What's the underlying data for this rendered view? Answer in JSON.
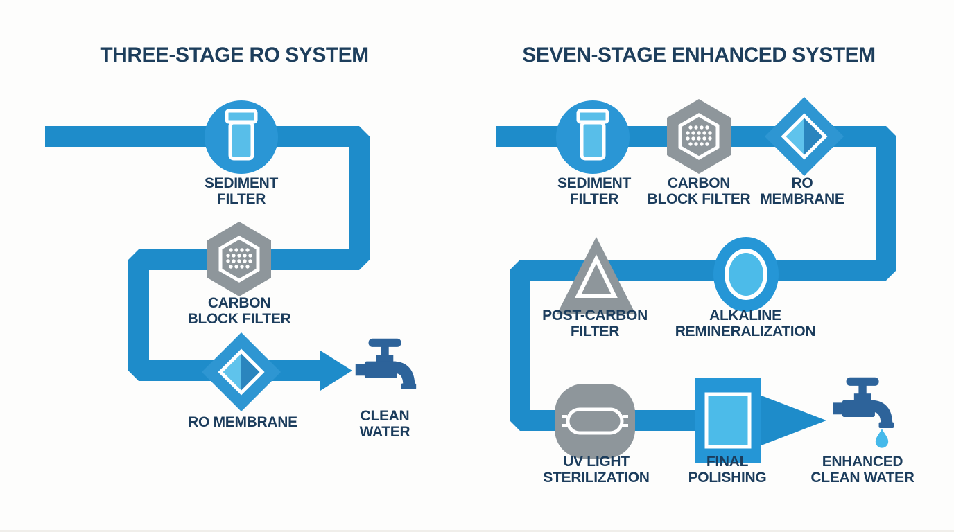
{
  "left": {
    "title": "THREE-STAGE RO SYSTEM",
    "stages": [
      {
        "name": "sediment-filter",
        "label": "SEDIMENT\nFILTER"
      },
      {
        "name": "carbon-block-filter",
        "label": "CARBON\nBLOCK FILTER"
      },
      {
        "name": "ro-membrane",
        "label": "RO MEMBRANE"
      }
    ],
    "output": {
      "name": "clean-water",
      "label": "CLEAN\nWATER"
    }
  },
  "right": {
    "title": "SEVEN-STAGE ENHANCED SYSTEM",
    "stages": [
      {
        "name": "sediment-filter",
        "label": "SEDIMENT\nFILTER"
      },
      {
        "name": "carbon-block-filter",
        "label": "CARBON\nBLOCK FILTER"
      },
      {
        "name": "ro-membrane",
        "label": "RO\nMEMBRANE"
      },
      {
        "name": "post-carbon-filter",
        "label": "POST-CARBON\nFILTER"
      },
      {
        "name": "alkaline-remineralization",
        "label": "ALKALINE\nREMINERALIZATION"
      },
      {
        "name": "uv-light-sterilization",
        "label": "UV LIGHT\nSTERILIZATION"
      },
      {
        "name": "final-polishing",
        "label": "FINAL\nPOLISHING"
      }
    ],
    "output": {
      "name": "enhanced-clean-water",
      "label": "ENHANCED\nCLEAN WATER"
    }
  },
  "colors": {
    "pipe_blue": "#1e8cca",
    "icon_blue": "#2596d6",
    "light_blue": "#55bde9",
    "gray": "#8e969b",
    "navy_text": "#1b3c5c",
    "title_text": "#1d3e5c",
    "faucet_navy": "#2d639a",
    "drop_blue": "#45b9ea",
    "background": "#fdfdfc"
  }
}
